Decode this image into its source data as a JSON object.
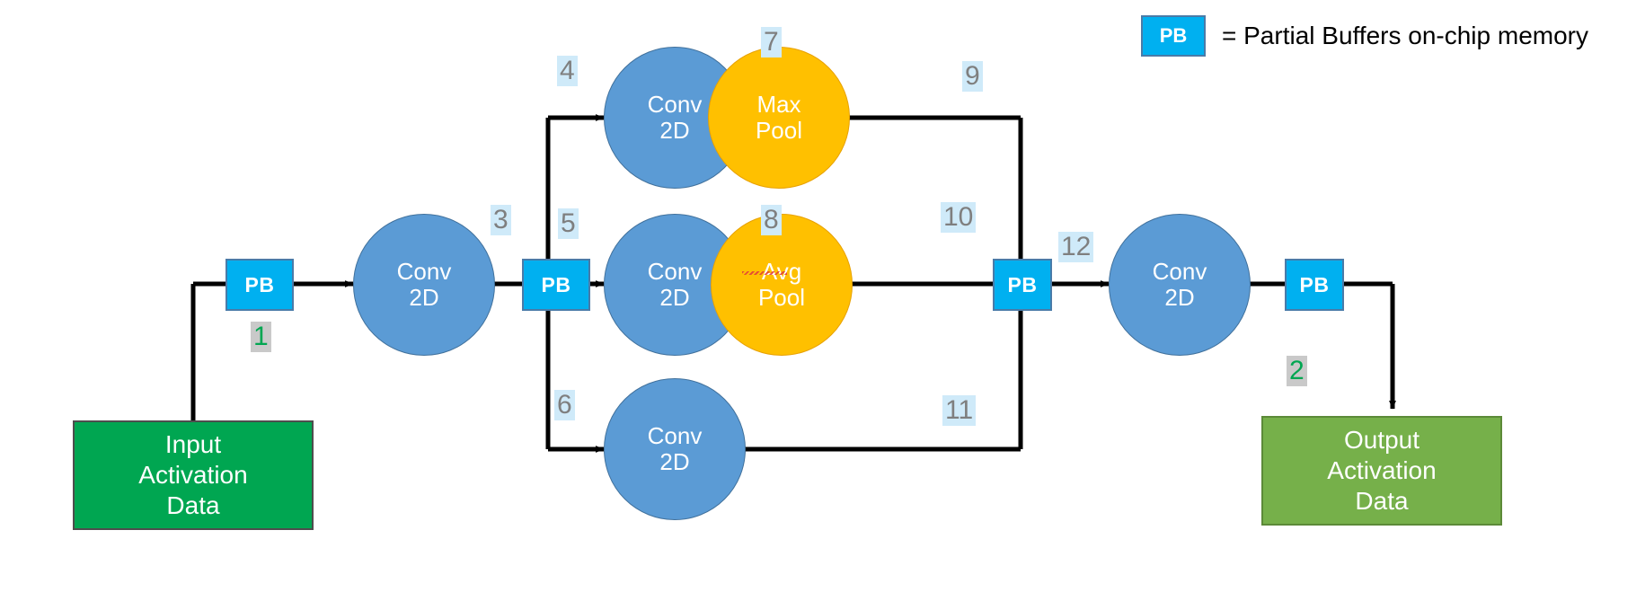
{
  "diagram": {
    "title": "CNN dataflow with partial buffers",
    "colors": {
      "conv_fill": "#5b9bd5",
      "pool_fill": "#ffc000",
      "pb_fill": "#00b0f0",
      "input_fill": "#00a651",
      "output_fill": "#76b04a",
      "edge": "#000000",
      "number_text": "#7f7f7f",
      "number_bg": "#cfeaf9",
      "green_number_text": "#00a651",
      "green_number_bg": "#c9c9c9"
    },
    "nodes": {
      "input_box": "Input\nActivation\nData",
      "input_line1": "Input",
      "input_line2": "Activation",
      "input_line3": "Data",
      "output_line1": "Output",
      "output_line2": "Activation",
      "output_line3": "Data",
      "conv_line1": "Conv",
      "conv_line2": "2D",
      "maxpool_line1": "Max",
      "maxpool_line2": "Pool",
      "avgpool_line1": "Avg",
      "avgpool_line2": "Pool",
      "pb_label": "PB"
    },
    "edge_labels": {
      "n1": "1",
      "n2": "2",
      "n3": "3",
      "n4": "4",
      "n5": "5",
      "n6": "6",
      "n7": "7",
      "n8": "8",
      "n9": "9",
      "n10": "10",
      "n11": "11",
      "n12": "12"
    },
    "legend": {
      "chip": "PB",
      "text": "= Partial Buffers on-chip memory"
    }
  }
}
